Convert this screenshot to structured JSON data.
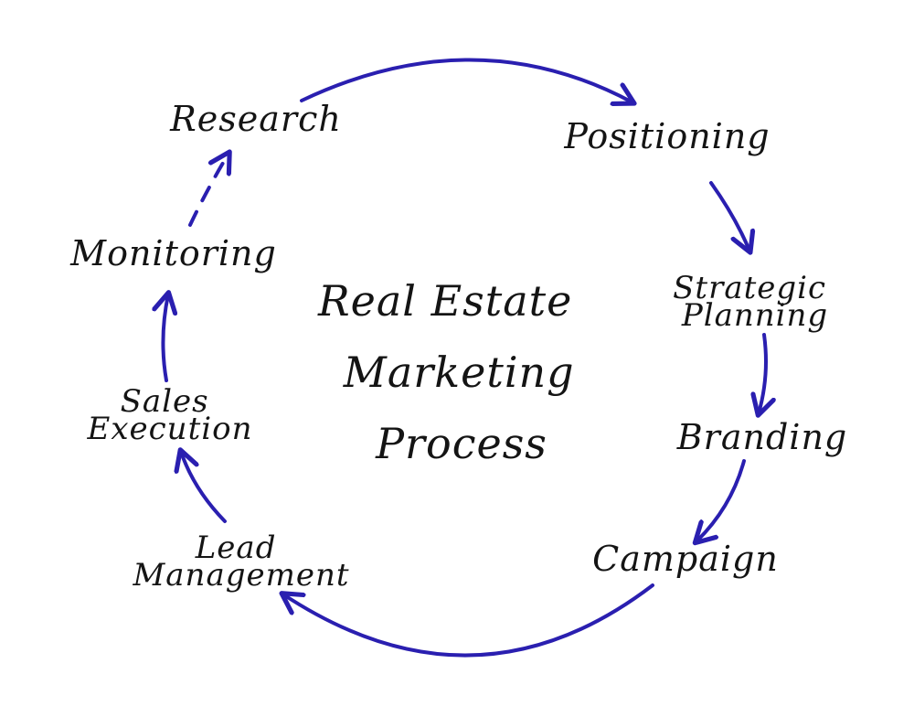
{
  "diagram": {
    "title_lines": [
      "Real Estate",
      "Marketing",
      "Process"
    ],
    "arrow_color": "#2a1fb0",
    "stages": {
      "research": {
        "lines": [
          "Research"
        ]
      },
      "positioning": {
        "lines": [
          "Positioning"
        ]
      },
      "strategic_planning": {
        "lines": [
          "Strategic",
          "Planning"
        ]
      },
      "branding": {
        "lines": [
          "Branding"
        ]
      },
      "campaign": {
        "lines": [
          "Campaign"
        ]
      },
      "lead_management": {
        "lines": [
          "Lead",
          "Management"
        ]
      },
      "sales_execution": {
        "lines": [
          "Sales",
          "Execution"
        ]
      },
      "monitoring": {
        "lines": [
          "Monitoring"
        ]
      }
    },
    "flow": [
      {
        "from": "research",
        "to": "positioning",
        "style": "solid"
      },
      {
        "from": "positioning",
        "to": "strategic_planning",
        "style": "solid"
      },
      {
        "from": "strategic_planning",
        "to": "branding",
        "style": "solid"
      },
      {
        "from": "branding",
        "to": "campaign",
        "style": "solid"
      },
      {
        "from": "campaign",
        "to": "lead_management",
        "style": "solid"
      },
      {
        "from": "lead_management",
        "to": "sales_execution",
        "style": "solid"
      },
      {
        "from": "sales_execution",
        "to": "monitoring",
        "style": "solid"
      },
      {
        "from": "monitoring",
        "to": "research",
        "style": "dashed"
      }
    ]
  }
}
